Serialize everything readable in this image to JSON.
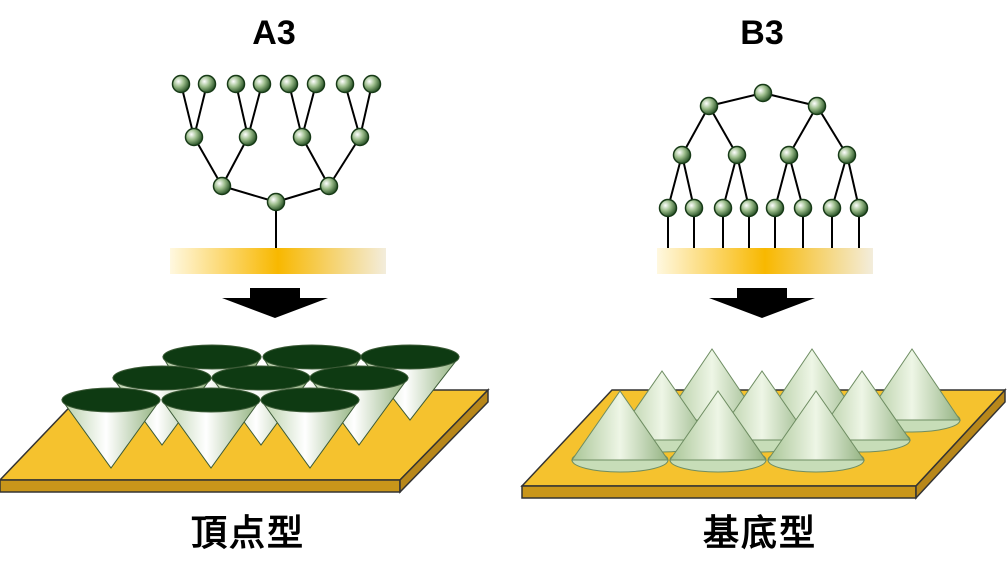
{
  "panels": {
    "left": {
      "title": "A3",
      "caption": "頂点型"
    },
    "right": {
      "title": "B3",
      "caption": "基底型"
    }
  },
  "colors": {
    "node_fill": "#3f6b3a",
    "edge": "#000000",
    "substrate": "#f5c22e",
    "cone_rim": "#0e3a12",
    "cone_body": "#dcebd0",
    "arrow": "#000000"
  }
}
